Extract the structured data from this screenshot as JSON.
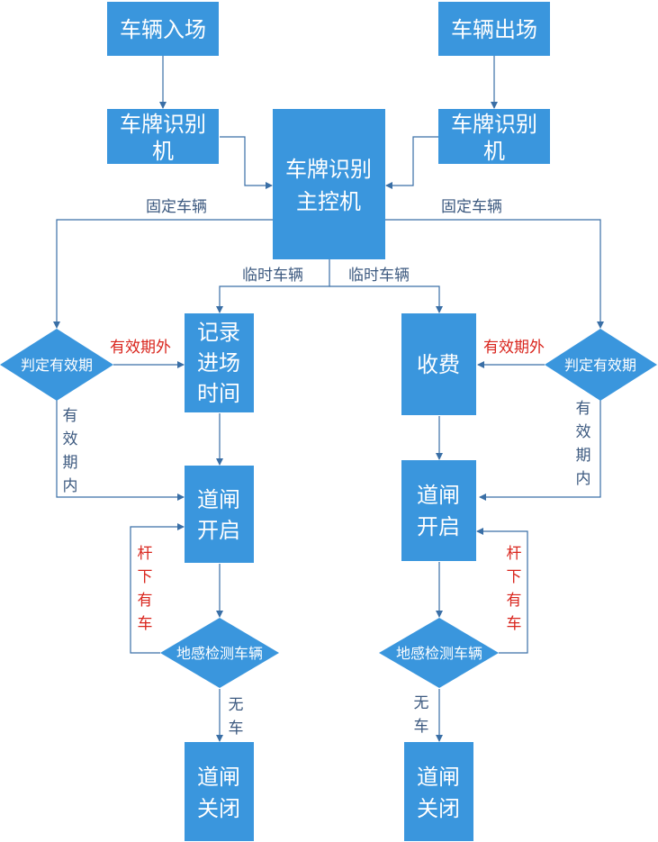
{
  "colors": {
    "node_fill": "#3a96dd",
    "line": "#3a6fa6",
    "label_normal": "#3d5a80",
    "label_alert": "#d9251d"
  },
  "nodes": {
    "entry": "车辆入场",
    "exit": "车辆出场",
    "recognizer_left": [
      "车牌识别",
      "机"
    ],
    "recognizer_right": [
      "车牌识别",
      "机"
    ],
    "main_controller": [
      "车牌识别",
      "主控机"
    ],
    "validity_check_left": "判定有效期",
    "validity_check_right": "判定有效期",
    "record_entry_time": [
      "记录",
      "进场",
      "时间"
    ],
    "charge": "收费",
    "gate_open_left": [
      "道闸",
      "开启"
    ],
    "gate_open_right": [
      "道闸",
      "开启"
    ],
    "loop_detect_left": "地感检测车辆",
    "loop_detect_right": "地感检测车辆",
    "gate_close_left": [
      "道闸",
      "关闭"
    ],
    "gate_close_right": [
      "道闸",
      "关闭"
    ]
  },
  "edge_labels": {
    "fixed_vehicle_left": "固定车辆",
    "fixed_vehicle_right": "固定车辆",
    "temp_vehicle_left": "临时车辆",
    "temp_vehicle_right": "临时车辆",
    "expired_left": "有效期外",
    "expired_right": "有效期外",
    "valid_left": [
      "有",
      "效",
      "期",
      "内"
    ],
    "valid_right": [
      "有",
      "效",
      "期",
      "内"
    ],
    "car_under_bar_left": [
      "杆",
      "下",
      "有",
      "车"
    ],
    "car_under_bar_right": [
      "杆",
      "下",
      "有",
      "车"
    ],
    "no_car_left": [
      "无",
      "车"
    ],
    "no_car_right": [
      "无",
      "车"
    ]
  }
}
